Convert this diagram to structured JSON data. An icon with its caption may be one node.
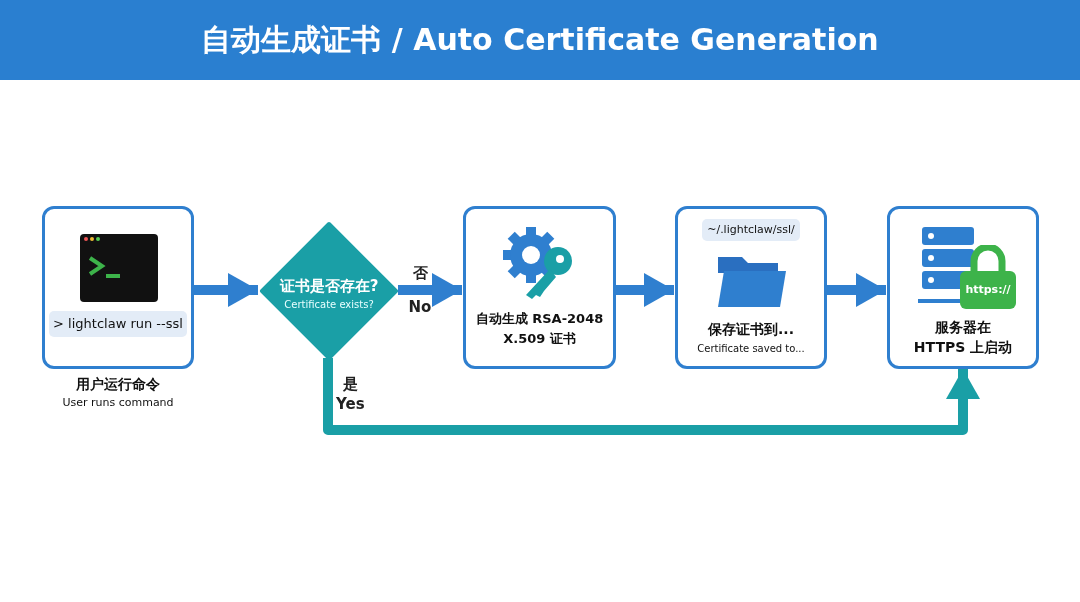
{
  "diagram": {
    "title": "自动生成证书 / Auto Certificate Generation",
    "nodes": [
      {
        "text": [
          "> lightclaw run --ssl"
        ],
        "beside": [
          "用户运行命令",
          "User runs command"
        ]
      },
      {
        "text": [
          "证书是否存在?",
          "Certificate exists?"
        ]
      },
      {
        "text": [
          "自动生成 RSA-2048 X.509 证书"
        ]
      },
      {
        "text": [
          "~/.lightclaw/ssl/",
          "保存证书到...",
          "Certificate saved to..."
        ]
      },
      {
        "text": [
          "https://",
          "服务器在 HTTPS 上启动"
        ]
      }
    ],
    "edges": [
      {
        "from": 0,
        "to": 1,
        "arrow": "to"
      },
      {
        "from": 1,
        "to": 2,
        "arrow": "to",
        "label": "否 No"
      },
      {
        "from": 2,
        "to": 3,
        "arrow": "to"
      },
      {
        "from": 3,
        "to": 4,
        "arrow": "to"
      },
      {
        "from": 1,
        "to": 4,
        "arrow": "to",
        "label": "是 Yes",
        "color": "#1a9fa6"
      }
    ]
  }
}
